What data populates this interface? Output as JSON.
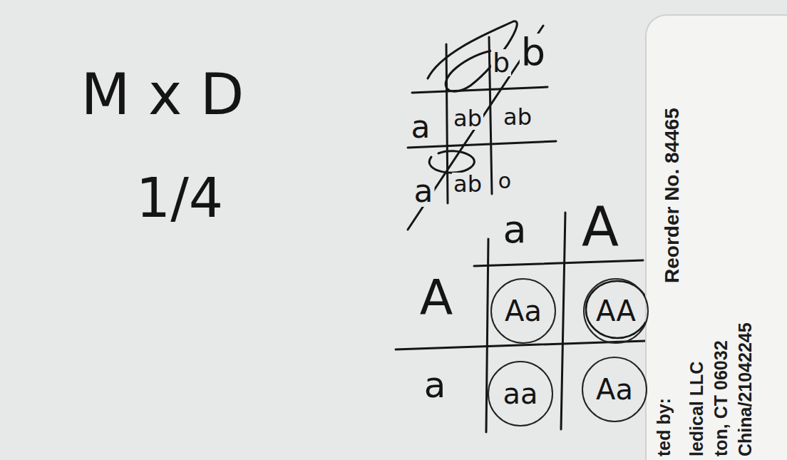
{
  "diagram": {
    "nodes": [
      {
        "text": [
          "Reorder No. 84465",
          "ted by:",
          "ledical LLC",
          "ton, CT 06032",
          "China/21042245"
        ]
      },
      {
        "text": [
          "Aa"
        ]
      },
      {
        "text": [
          "AA"
        ]
      },
      {
        "text": [
          "aa"
        ]
      },
      {
        "text": [
          "Aa"
        ]
      }
    ],
    "labels": [
      "M x D",
      "1/4",
      "b",
      "b",
      "a",
      "ab",
      "ab",
      "a",
      "ab",
      "o",
      "a",
      "A",
      "A",
      "a"
    ]
  }
}
